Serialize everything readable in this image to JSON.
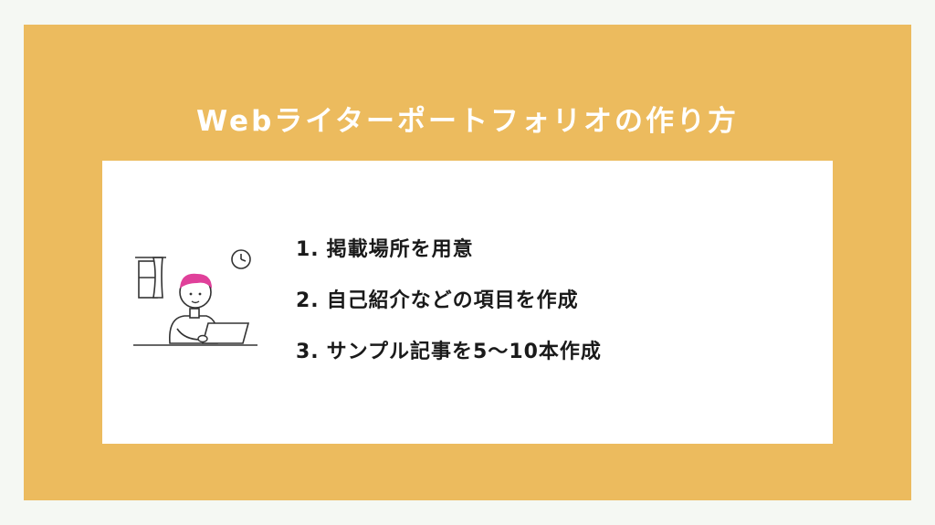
{
  "title": "Webライターポートフォリオの作り方",
  "steps": [
    {
      "num": "1.",
      "text": "掲載場所を用意"
    },
    {
      "num": "2.",
      "text": "自己紹介などの項目を作成"
    },
    {
      "num": "3.",
      "text": "サンプル記事を5〜10本作成"
    }
  ],
  "colors": {
    "background": "#f5f8f3",
    "frame": "#ecbb5e",
    "card": "#ffffff",
    "text": "#1a1a1a",
    "hair": "#e0409a"
  },
  "illustration": "person-at-laptop-icon"
}
